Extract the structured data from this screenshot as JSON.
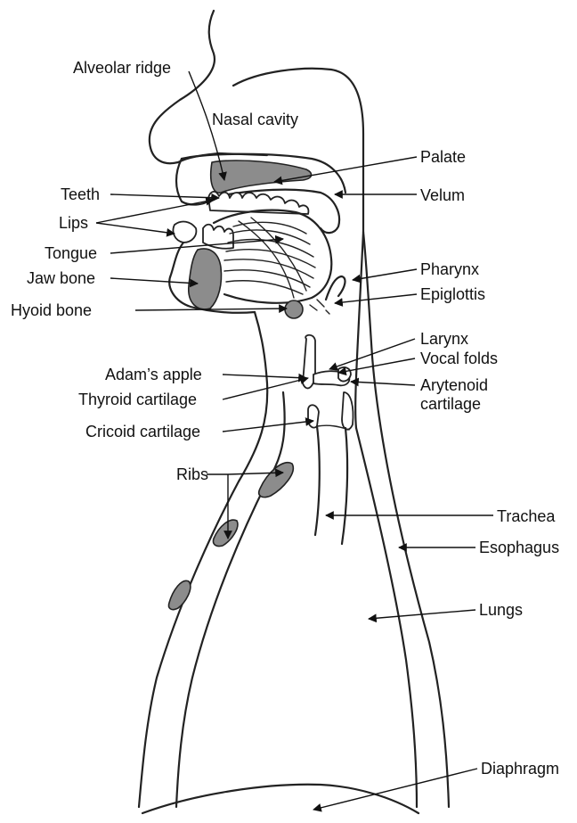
{
  "diagram": {
    "labels": {
      "alveolar_ridge": "Alveolar ridge",
      "nasal_cavity": "Nasal cavity",
      "palate": "Palate",
      "teeth": "Teeth",
      "velum": "Velum",
      "lips": "Lips",
      "tongue": "Tongue",
      "jaw_bone": "Jaw bone",
      "pharynx": "Pharynx",
      "epiglottis": "Epiglottis",
      "hyoid_bone": "Hyoid bone",
      "larynx": "Larynx",
      "vocal_folds": "Vocal folds",
      "adams_apple": "Adam’s apple",
      "arytenoid_1": "Arytenoid",
      "arytenoid_2": "cartilage",
      "thyroid_cartilage": "Thyroid cartilage",
      "cricoid_cartilage": "Cricoid cartilage",
      "ribs": "Ribs",
      "trachea": "Trachea",
      "esophagus": "Esophagus",
      "lungs": "Lungs",
      "diaphragm": "Diaphragm"
    },
    "colors": {
      "bone_fill": "#8c8c8c",
      "line": "#222222",
      "background": "#ffffff"
    }
  }
}
